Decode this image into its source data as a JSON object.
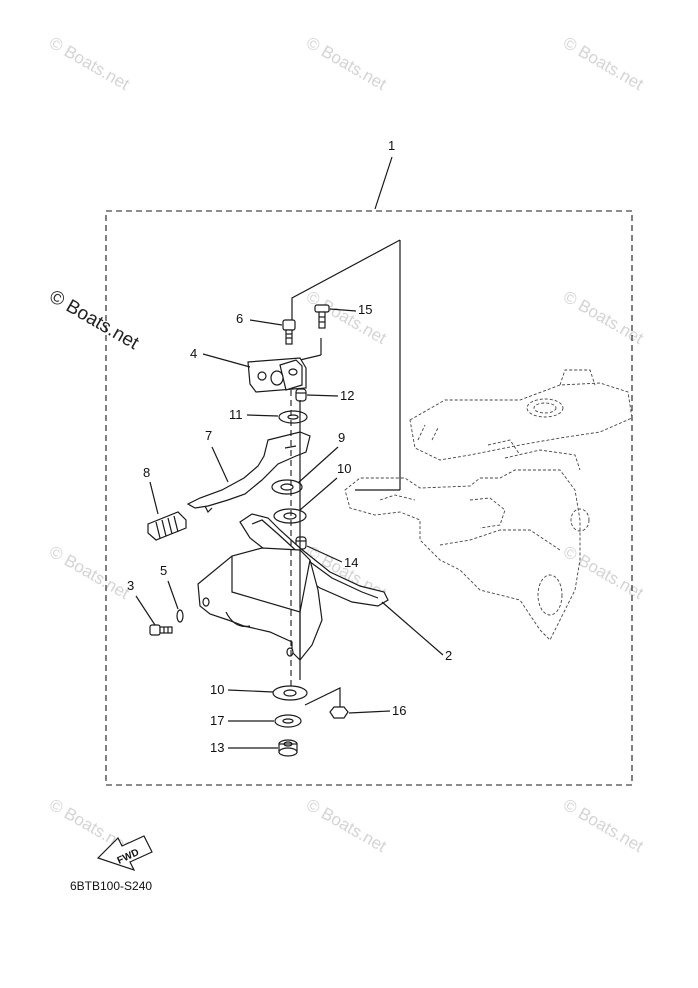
{
  "watermarks": {
    "faint": "© Boats.net",
    "prominent": "© Boats.net"
  },
  "callouts": {
    "c1": "1",
    "c2": "2",
    "c3": "3",
    "c4": "4",
    "c5": "5",
    "c6": "6",
    "c7": "7",
    "c8": "8",
    "c9": "9",
    "c10a": "10",
    "c10b": "10",
    "c11": "11",
    "c12": "12",
    "c13": "13",
    "c14": "14",
    "c15": "15",
    "c16": "16",
    "c17": "17"
  },
  "fwd_label": "FWD",
  "diagram_code": "6BTB100-S240"
}
